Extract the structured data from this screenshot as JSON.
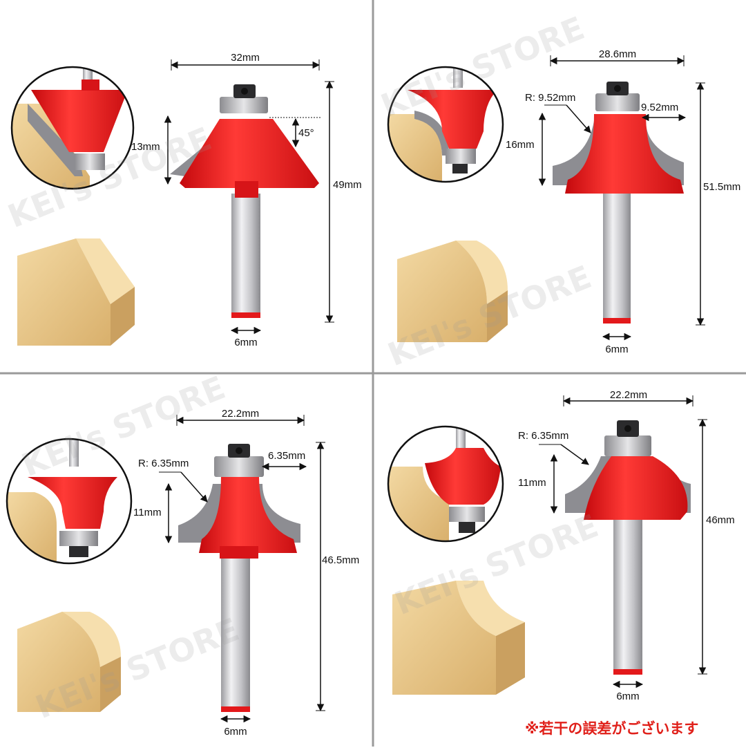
{
  "panels": [
    {
      "name": "chamfer-45",
      "width": "32mm",
      "height": "13mm",
      "angle": "45°",
      "total_length": "49mm",
      "shank": "6mm"
    },
    {
      "name": "roundover-9.52",
      "width": "28.6mm",
      "radius": "R: 9.52mm",
      "cut": "9.52mm",
      "height": "16mm",
      "total_length": "51.5mm",
      "shank": "6mm"
    },
    {
      "name": "roundover-6.35",
      "width": "22.2mm",
      "radius": "R: 6.35mm",
      "cut": "6.35mm",
      "height": "11mm",
      "total_length": "46.5mm",
      "shank": "6mm"
    },
    {
      "name": "cove-6.35",
      "width": "22.2mm",
      "radius": "R: 6.35mm",
      "height": "11mm",
      "total_length": "46mm",
      "shank": "6mm"
    }
  ],
  "watermark": "KEI's STORE",
  "note": "※若干の誤差がございます",
  "colors": {
    "cutter": "#e3191b",
    "shank": "#c9c9cb",
    "wood": "#e8c888",
    "divider": "#9a9a9a"
  }
}
